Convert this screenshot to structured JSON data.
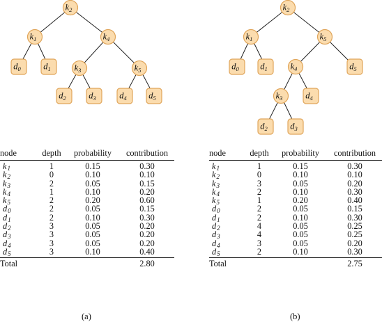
{
  "panels": [
    {
      "caption": "(a)",
      "nodes": [
        {
          "id": "k2",
          "letter": "k",
          "sub": "2",
          "kind": "key"
        },
        {
          "id": "k1",
          "letter": "k",
          "sub": "1",
          "kind": "key"
        },
        {
          "id": "k4",
          "letter": "k",
          "sub": "4",
          "kind": "key"
        },
        {
          "id": "d0",
          "letter": "d",
          "sub": "0",
          "kind": "dummy"
        },
        {
          "id": "d1",
          "letter": "d",
          "sub": "1",
          "kind": "dummy"
        },
        {
          "id": "k3",
          "letter": "k",
          "sub": "3",
          "kind": "key"
        },
        {
          "id": "k5",
          "letter": "k",
          "sub": "5",
          "kind": "key"
        },
        {
          "id": "d2",
          "letter": "d",
          "sub": "2",
          "kind": "dummy"
        },
        {
          "id": "d3",
          "letter": "d",
          "sub": "3",
          "kind": "dummy"
        },
        {
          "id": "d4",
          "letter": "d",
          "sub": "4",
          "kind": "dummy"
        },
        {
          "id": "d5",
          "letter": "d",
          "sub": "5",
          "kind": "dummy"
        }
      ],
      "edges": [
        [
          "k2",
          "k1"
        ],
        [
          "k2",
          "k4"
        ],
        [
          "k1",
          "d0"
        ],
        [
          "k1",
          "d1"
        ],
        [
          "k4",
          "k3"
        ],
        [
          "k4",
          "k5"
        ],
        [
          "k3",
          "d2"
        ],
        [
          "k3",
          "d3"
        ],
        [
          "k5",
          "d4"
        ],
        [
          "k5",
          "d5"
        ]
      ],
      "table": {
        "headers": [
          "node",
          "depth",
          "probability",
          "contribution"
        ],
        "rows": [
          {
            "letter": "k",
            "sub": "1",
            "depth": "1",
            "probability": "0.15",
            "contribution": "0.30"
          },
          {
            "letter": "k",
            "sub": "2",
            "depth": "0",
            "probability": "0.10",
            "contribution": "0.10"
          },
          {
            "letter": "k",
            "sub": "3",
            "depth": "2",
            "probability": "0.05",
            "contribution": "0.15"
          },
          {
            "letter": "k",
            "sub": "4",
            "depth": "1",
            "probability": "0.10",
            "contribution": "0.20"
          },
          {
            "letter": "k",
            "sub": "5",
            "depth": "2",
            "probability": "0.20",
            "contribution": "0.60"
          },
          {
            "letter": "d",
            "sub": "0",
            "depth": "2",
            "probability": "0.05",
            "contribution": "0.15"
          },
          {
            "letter": "d",
            "sub": "1",
            "depth": "2",
            "probability": "0.10",
            "contribution": "0.30"
          },
          {
            "letter": "d",
            "sub": "2",
            "depth": "3",
            "probability": "0.05",
            "contribution": "0.20"
          },
          {
            "letter": "d",
            "sub": "3",
            "depth": "3",
            "probability": "0.05",
            "contribution": "0.20"
          },
          {
            "letter": "d",
            "sub": "4",
            "depth": "3",
            "probability": "0.05",
            "contribution": "0.20"
          },
          {
            "letter": "d",
            "sub": "5",
            "depth": "3",
            "probability": "0.10",
            "contribution": "0.40"
          }
        ],
        "total_label": "Total",
        "total_value": "2.80"
      }
    },
    {
      "caption": "(b)",
      "nodes": [
        {
          "id": "k2",
          "letter": "k",
          "sub": "2",
          "kind": "key"
        },
        {
          "id": "k1",
          "letter": "k",
          "sub": "1",
          "kind": "key"
        },
        {
          "id": "k5",
          "letter": "k",
          "sub": "5",
          "kind": "key"
        },
        {
          "id": "d0",
          "letter": "d",
          "sub": "0",
          "kind": "dummy"
        },
        {
          "id": "d1",
          "letter": "d",
          "sub": "1",
          "kind": "dummy"
        },
        {
          "id": "k4",
          "letter": "k",
          "sub": "4",
          "kind": "key"
        },
        {
          "id": "d5",
          "letter": "d",
          "sub": "5",
          "kind": "dummy"
        },
        {
          "id": "k3",
          "letter": "k",
          "sub": "3",
          "kind": "key"
        },
        {
          "id": "d4",
          "letter": "d",
          "sub": "4",
          "kind": "dummy"
        },
        {
          "id": "d2",
          "letter": "d",
          "sub": "2",
          "kind": "dummy"
        },
        {
          "id": "d3",
          "letter": "d",
          "sub": "3",
          "kind": "dummy"
        }
      ],
      "edges": [
        [
          "k2",
          "k1"
        ],
        [
          "k2",
          "k5"
        ],
        [
          "k1",
          "d0"
        ],
        [
          "k1",
          "d1"
        ],
        [
          "k5",
          "k4"
        ],
        [
          "k5",
          "d5"
        ],
        [
          "k4",
          "k3"
        ],
        [
          "k4",
          "d4"
        ],
        [
          "k3",
          "d2"
        ],
        [
          "k3",
          "d3"
        ]
      ],
      "table": {
        "headers": [
          "node",
          "depth",
          "probability",
          "contribution"
        ],
        "rows": [
          {
            "letter": "k",
            "sub": "1",
            "depth": "1",
            "probability": "0.15",
            "contribution": "0.30"
          },
          {
            "letter": "k",
            "sub": "2",
            "depth": "0",
            "probability": "0.10",
            "contribution": "0.10"
          },
          {
            "letter": "k",
            "sub": "3",
            "depth": "3",
            "probability": "0.05",
            "contribution": "0.20"
          },
          {
            "letter": "k",
            "sub": "4",
            "depth": "2",
            "probability": "0.10",
            "contribution": "0.30"
          },
          {
            "letter": "k",
            "sub": "5",
            "depth": "1",
            "probability": "0.20",
            "contribution": "0.40"
          },
          {
            "letter": "d",
            "sub": "0",
            "depth": "2",
            "probability": "0.05",
            "contribution": "0.15"
          },
          {
            "letter": "d",
            "sub": "1",
            "depth": "2",
            "probability": "0.10",
            "contribution": "0.30"
          },
          {
            "letter": "d",
            "sub": "2",
            "depth": "4",
            "probability": "0.05",
            "contribution": "0.25"
          },
          {
            "letter": "d",
            "sub": "3",
            "depth": "4",
            "probability": "0.05",
            "contribution": "0.25"
          },
          {
            "letter": "d",
            "sub": "4",
            "depth": "3",
            "probability": "0.05",
            "contribution": "0.20"
          },
          {
            "letter": "d",
            "sub": "5",
            "depth": "2",
            "probability": "0.10",
            "contribution": "0.30"
          }
        ],
        "total_label": "Total",
        "total_value": "2.75"
      }
    }
  ]
}
